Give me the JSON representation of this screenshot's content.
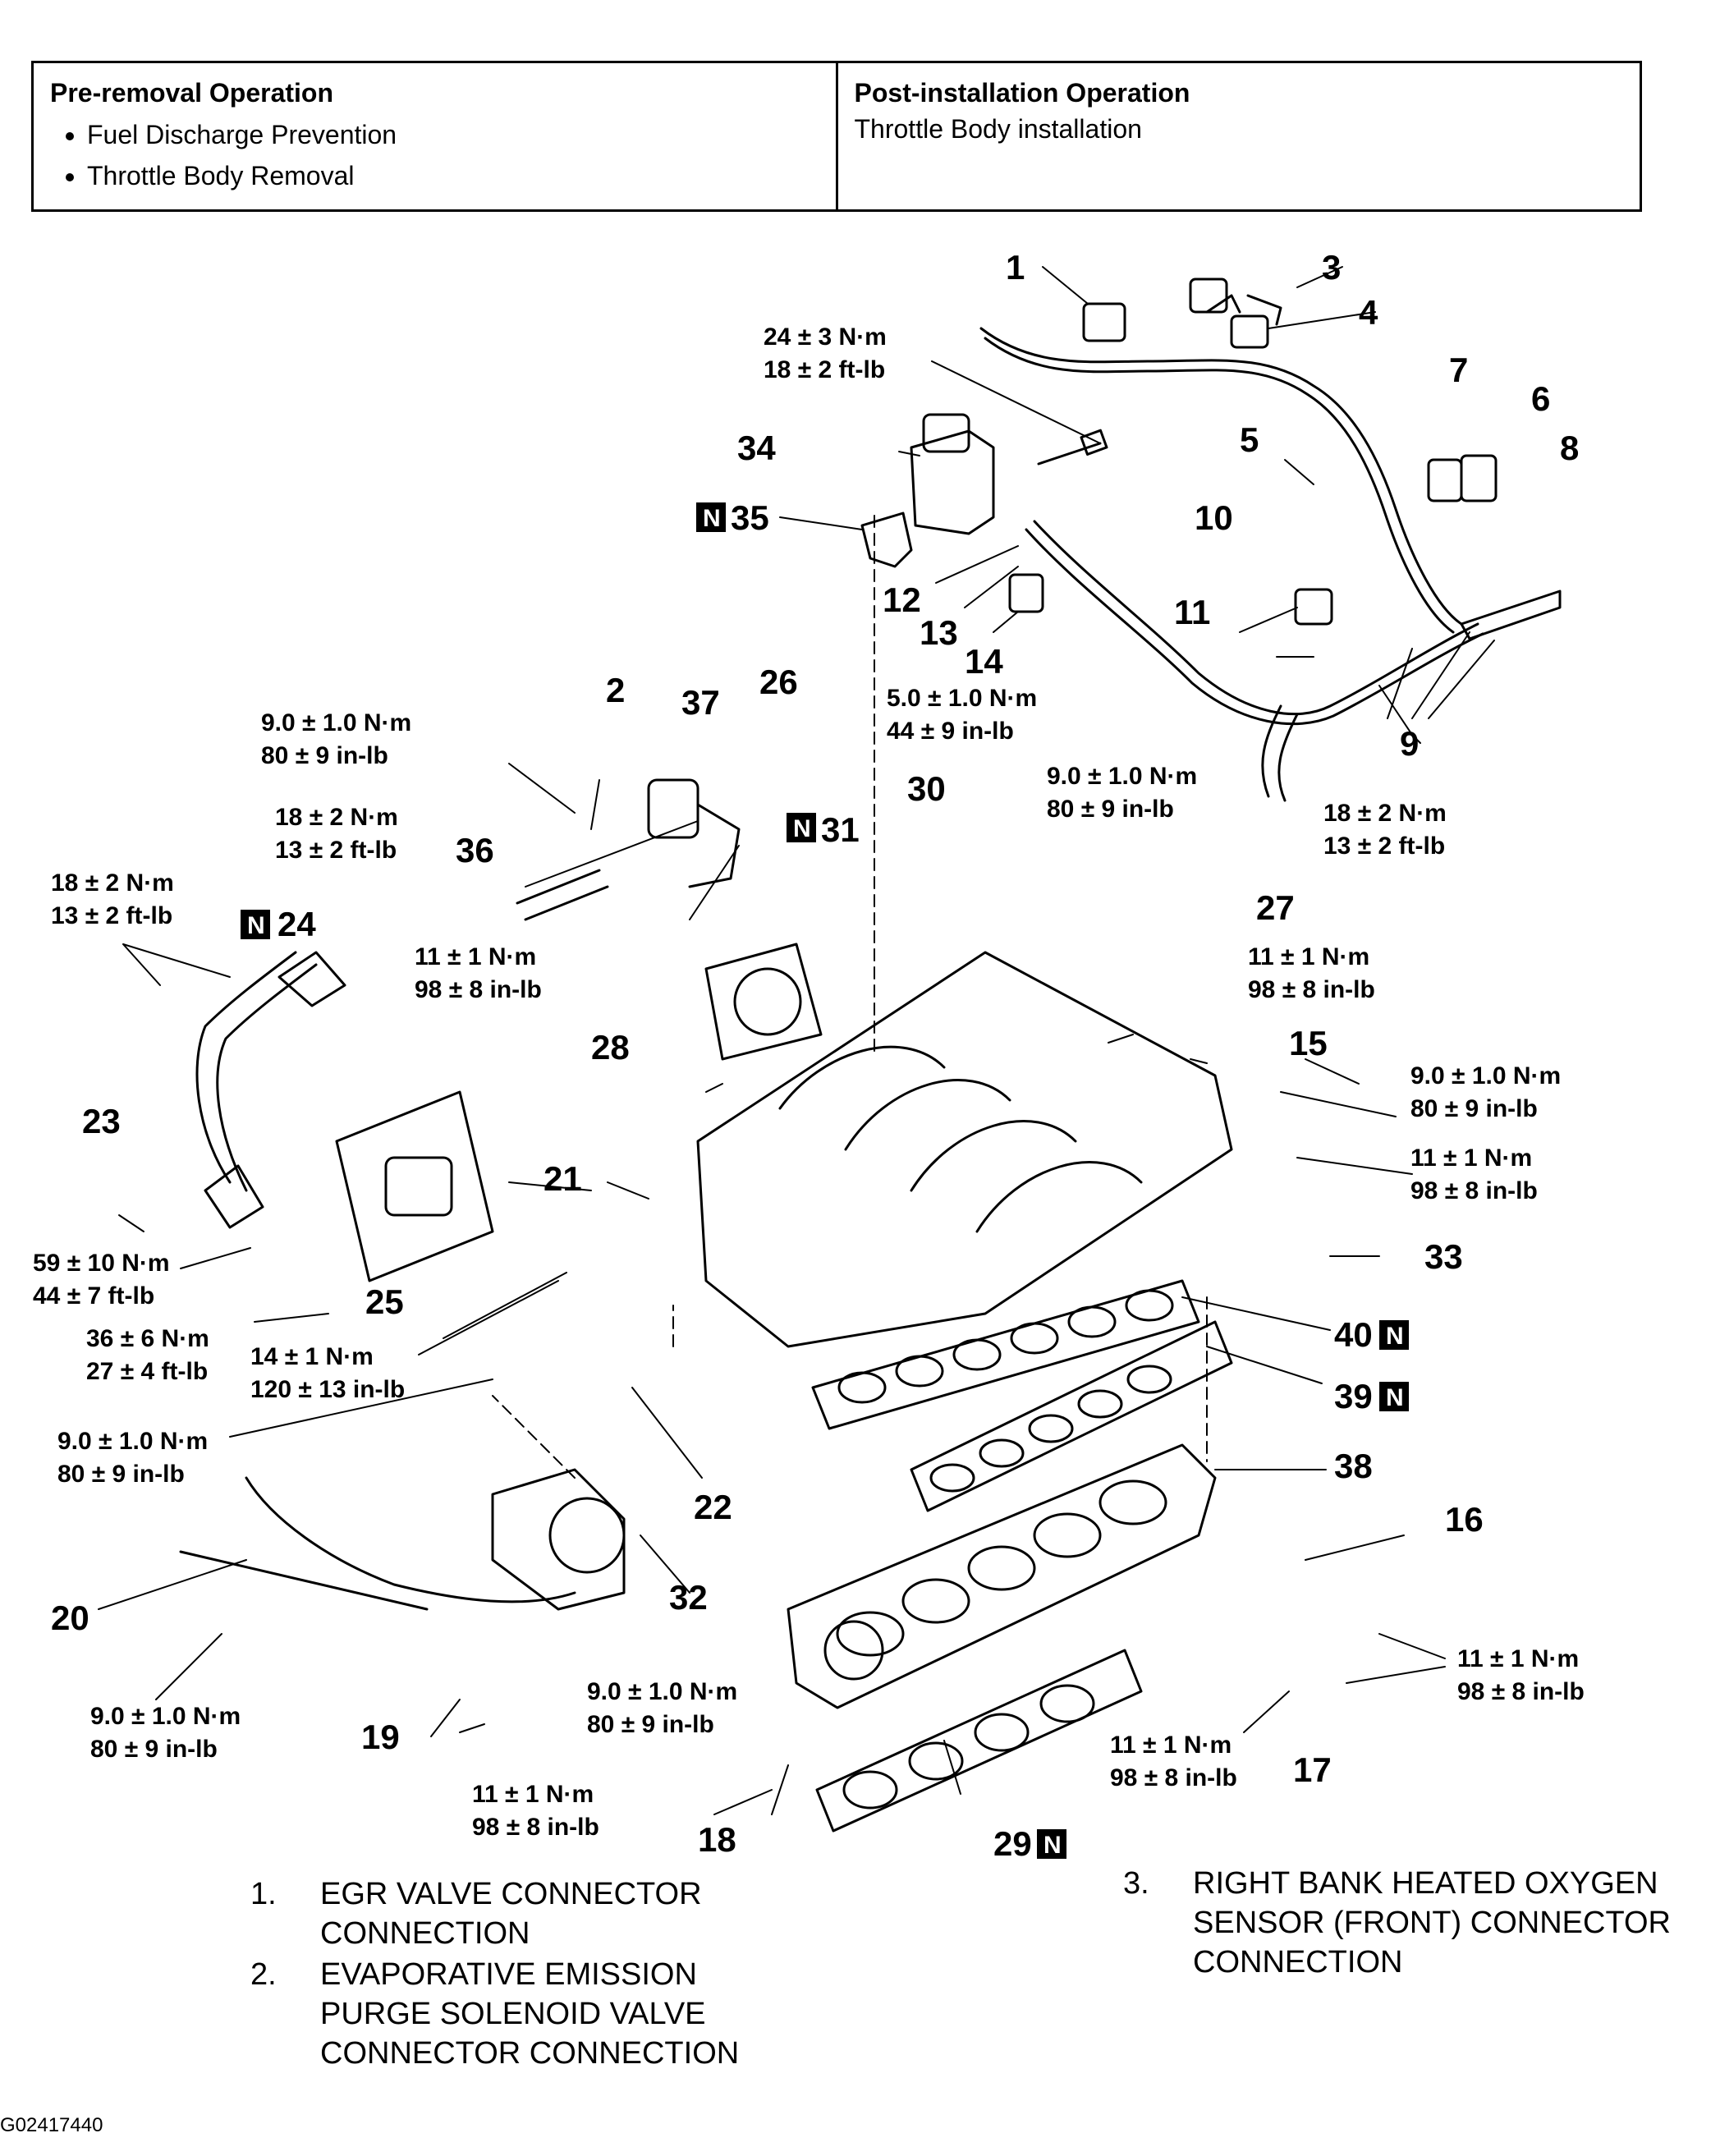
{
  "ops": {
    "pre_title": "Pre-removal Operation",
    "pre_items": [
      "Fuel Discharge Prevention",
      "Throttle Body Removal"
    ],
    "post_title": "Post-installation Operation",
    "post_text": "Throttle Body installation"
  },
  "callouts": {
    "c1": "1",
    "c2": "2",
    "c3": "3",
    "c4": "4",
    "c5": "5",
    "c6": "6",
    "c7": "7",
    "c8": "8",
    "c9": "9",
    "c10": "10",
    "c11": "11",
    "c12": "12",
    "c13": "13",
    "c14": "14",
    "c15": "15",
    "c16": "16",
    "c17": "17",
    "c18": "18",
    "c19": "19",
    "c20": "20",
    "c21": "21",
    "c22": "22",
    "c23": "23",
    "c24": "24",
    "c25": "25",
    "c26": "26",
    "c27": "27",
    "c28": "28",
    "c29": "29",
    "c30": "30",
    "c31": "31",
    "c32": "32",
    "c33": "33",
    "c34": "34",
    "c35": "35",
    "c36": "36",
    "c37": "37",
    "c38": "38",
    "c39": "39",
    "c40": "40",
    "n": "N"
  },
  "torque": {
    "t24nm": "24 ± 3 N·m",
    "t18ftlb": "18 ± 2 ft-lb",
    "t5nm": "5.0 ± 1.0 N·m",
    "t44inlb": "44 ± 9 in-lb",
    "t9nm": "9.0 ± 1.0 N·m",
    "t80inlb": "80 ± 9 in-lb",
    "t18nm": "18 ± 2 N·m",
    "t13ftlb": "13 ± 2 ft-lb",
    "t11nm": "11 ± 1 N·m",
    "t98inlb": "98 ± 8 in-lb",
    "t59nm": "59 ± 10 N·m",
    "t44ftlb": "44 ± 7 ft-lb",
    "t36nm": "36 ± 6 N·m",
    "t27ftlb": "27 ± 4 ft-lb",
    "t14nm": "14 ± 1 N·m",
    "t120inlb": "120 ± 13 in-lb"
  },
  "legend": [
    {
      "num": "1.",
      "lines": [
        "EGR VALVE CONNECTOR",
        "CONNECTION"
      ]
    },
    {
      "num": "2.",
      "lines": [
        "EVAPORATIVE EMISSION",
        "PURGE SOLENOID VALVE",
        "CONNECTOR CONNECTION"
      ]
    },
    {
      "num": "3.",
      "lines": [
        "RIGHT BANK HEATED OXYGEN",
        "SENSOR (FRONT) CONNECTOR",
        "CONNECTION"
      ]
    }
  ],
  "figure_code": "G02417440"
}
